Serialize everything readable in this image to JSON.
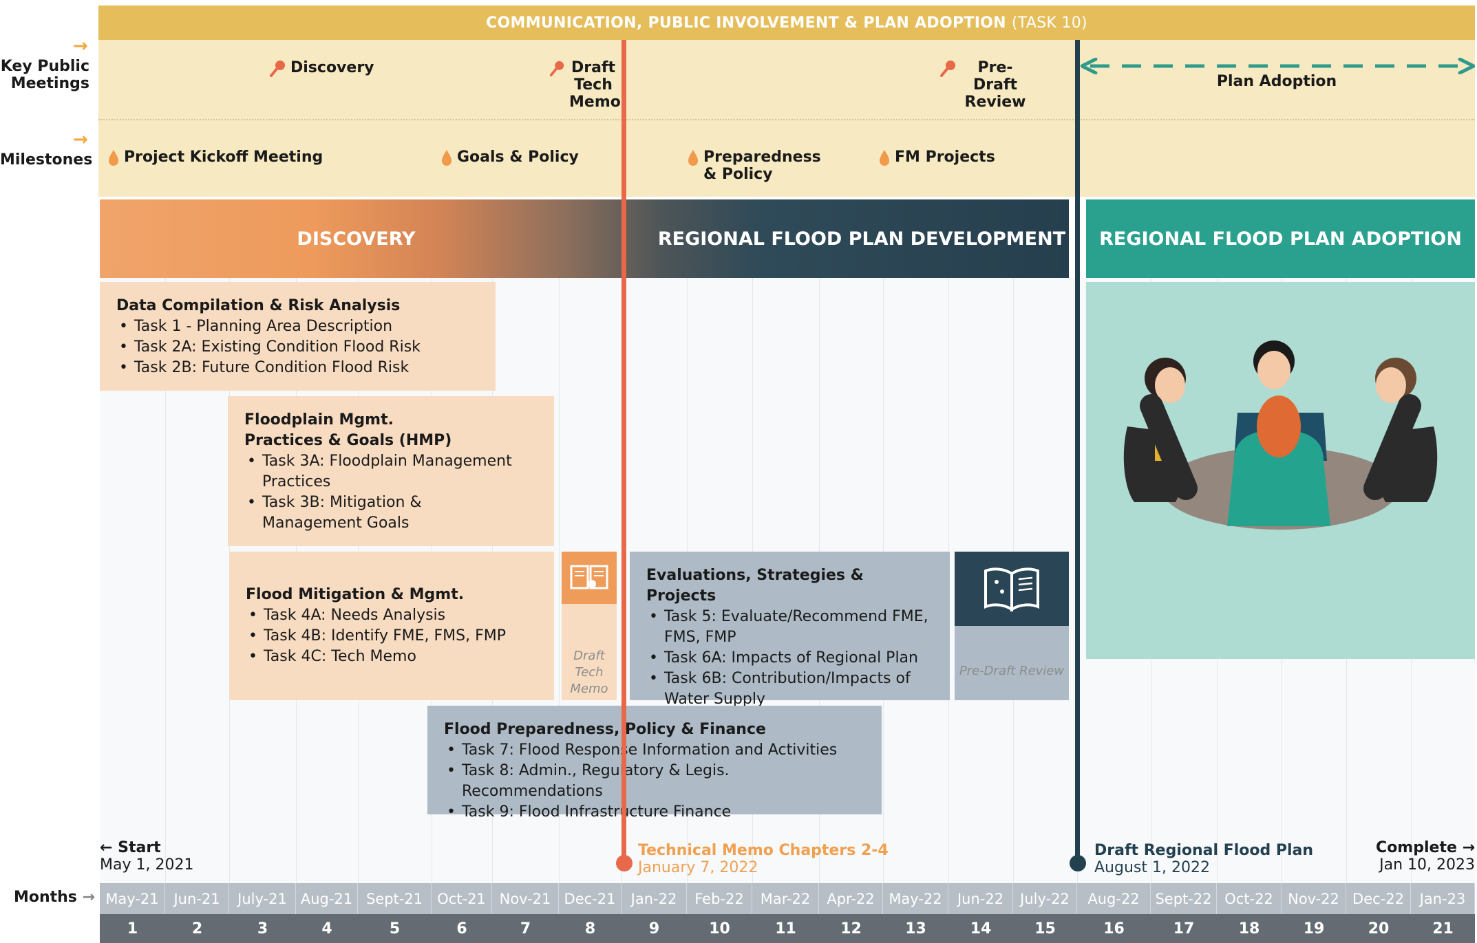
{
  "banner": {
    "title": "COMMUNICATION, PUBLIC INVOLVEMENT & PLAN ADOPTION",
    "suffix": "(TASK 10)"
  },
  "rows": {
    "meetings_label": "Key Public Meetings",
    "milestones_label": "Milestones",
    "months_label": "Months"
  },
  "meetings": [
    {
      "label": "Discovery"
    },
    {
      "label": "Draft Tech Memo"
    },
    {
      "label": "Pre-Draft Review"
    }
  ],
  "plan_adoption": "Plan Adoption",
  "milestones": [
    {
      "label": "Project Kickoff Meeting"
    },
    {
      "label": "Goals & Policy"
    },
    {
      "label": "Preparedness & Policy"
    },
    {
      "label": "FM Projects"
    }
  ],
  "phases": {
    "discovery": "DISCOVERY",
    "development": "REGIONAL FLOOD PLAN DEVELOPMENT",
    "adoption": "REGIONAL FLOOD PLAN ADOPTION"
  },
  "boxes": {
    "data_compilation": {
      "title": "Data Compilation & Risk Analysis",
      "items": [
        "Task 1 - Planning Area Description",
        "Task 2A: Existing Condition Flood Risk",
        "Task 2B: Future Condition Flood Risk"
      ]
    },
    "floodplain": {
      "title": "Floodplain Mgmt. Practices & Goals (HMP)",
      "items": [
        "Task 3A: Floodplain Management Practices",
        "Task 3B: Mitigation & Management Goals"
      ]
    },
    "mitigation": {
      "title": "Flood Mitigation & Mgmt.",
      "items": [
        "Task 4A: Needs Analysis",
        "Task 4B: Identify FME, FMS, FMP",
        "Task 4C: Tech Memo"
      ]
    },
    "evaluations": {
      "title": "Evaluations, Strategies & Projects",
      "items": [
        "Task 5: Evaluate/Recommend FME, FMS, FMP",
        "Task 6A: Impacts of Regional Plan",
        "Task 6B: Contribution/Impacts of Water Supply"
      ]
    },
    "preparedness": {
      "title": "Flood Preparedness, Policy & Finance",
      "items": [
        "Task 7: Flood Response Information and Activities",
        "Task 8: Admin., Regulatory & Legis. Recommendations",
        "Task 9: Flood Infrastructure Finance"
      ]
    },
    "draft_tech_memo_caption": "Draft Tech Memo",
    "pre_draft_review_caption": "Pre-Draft Review"
  },
  "markers": {
    "start_label": "Start",
    "start_date": "May 1, 2021",
    "tech_memo_label": "Technical Memo Chapters 2-4",
    "tech_memo_date": "January 7, 2022",
    "draft_plan_label": "Draft Regional Flood Plan",
    "draft_plan_date": "August 1, 2022",
    "complete_label": "Complete",
    "complete_date": "Jan 10, 2023"
  },
  "months": [
    "May-21",
    "Jun-21",
    "July-21",
    "Aug-21",
    "Sept-21",
    "Oct-21",
    "Nov-21",
    "Dec-21",
    "Jan-22",
    "Feb-22",
    "Mar-22",
    "Apr-22",
    "May-22",
    "Jun-22",
    "July-22",
    "Aug-22",
    "Sept-22",
    "Oct-22",
    "Nov-22",
    "Dec-22",
    "Jan-23"
  ],
  "month_numbers": [
    "1",
    "2",
    "3",
    "4",
    "5",
    "6",
    "7",
    "8",
    "9",
    "10",
    "11",
    "12",
    "13",
    "14",
    "15",
    "16",
    "17",
    "18",
    "19",
    "20",
    "21"
  ],
  "colors": {
    "banner": "#e5bd5b",
    "orange_marker": "#e8684a",
    "navy_marker": "#23404f",
    "teal": "#2aa08e",
    "arrow_teal": "#2f9b8a"
  }
}
